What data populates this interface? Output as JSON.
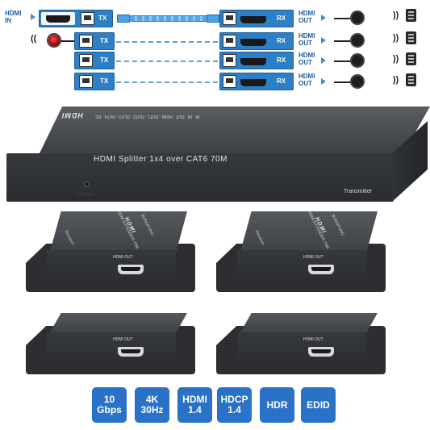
{
  "diagram": {
    "hdmi_in_label": "HDMI\nIN",
    "hdmi_out_label": "HDMI\nOUT",
    "tx_tag": "TX",
    "rx_tag": "RX"
  },
  "transmitter": {
    "logo": "HDMI",
    "title": "HDMI Splitter 1x4 over CAT6 70M",
    "role": "Transmitter",
    "power_label": "POWER"
  },
  "receiver": {
    "logo": "HDMI",
    "brand": "BUNGPUNG",
    "model": "HDMI EXTENDER 70M",
    "role": "Receiver",
    "port_label": "HDMI OUT"
  },
  "badges": [
    {
      "label": "10\nGbps"
    },
    {
      "label": "4K\n30Hz"
    },
    {
      "label": "HDMI\n1.4"
    },
    {
      "label": "HDCP\n1.4"
    },
    {
      "label": "HDR"
    },
    {
      "label": "EDID"
    }
  ],
  "colors": {
    "badge_bg": "#2a72c8",
    "accent_blue": "#2d7fc6",
    "device_body": "#3a3d42"
  }
}
